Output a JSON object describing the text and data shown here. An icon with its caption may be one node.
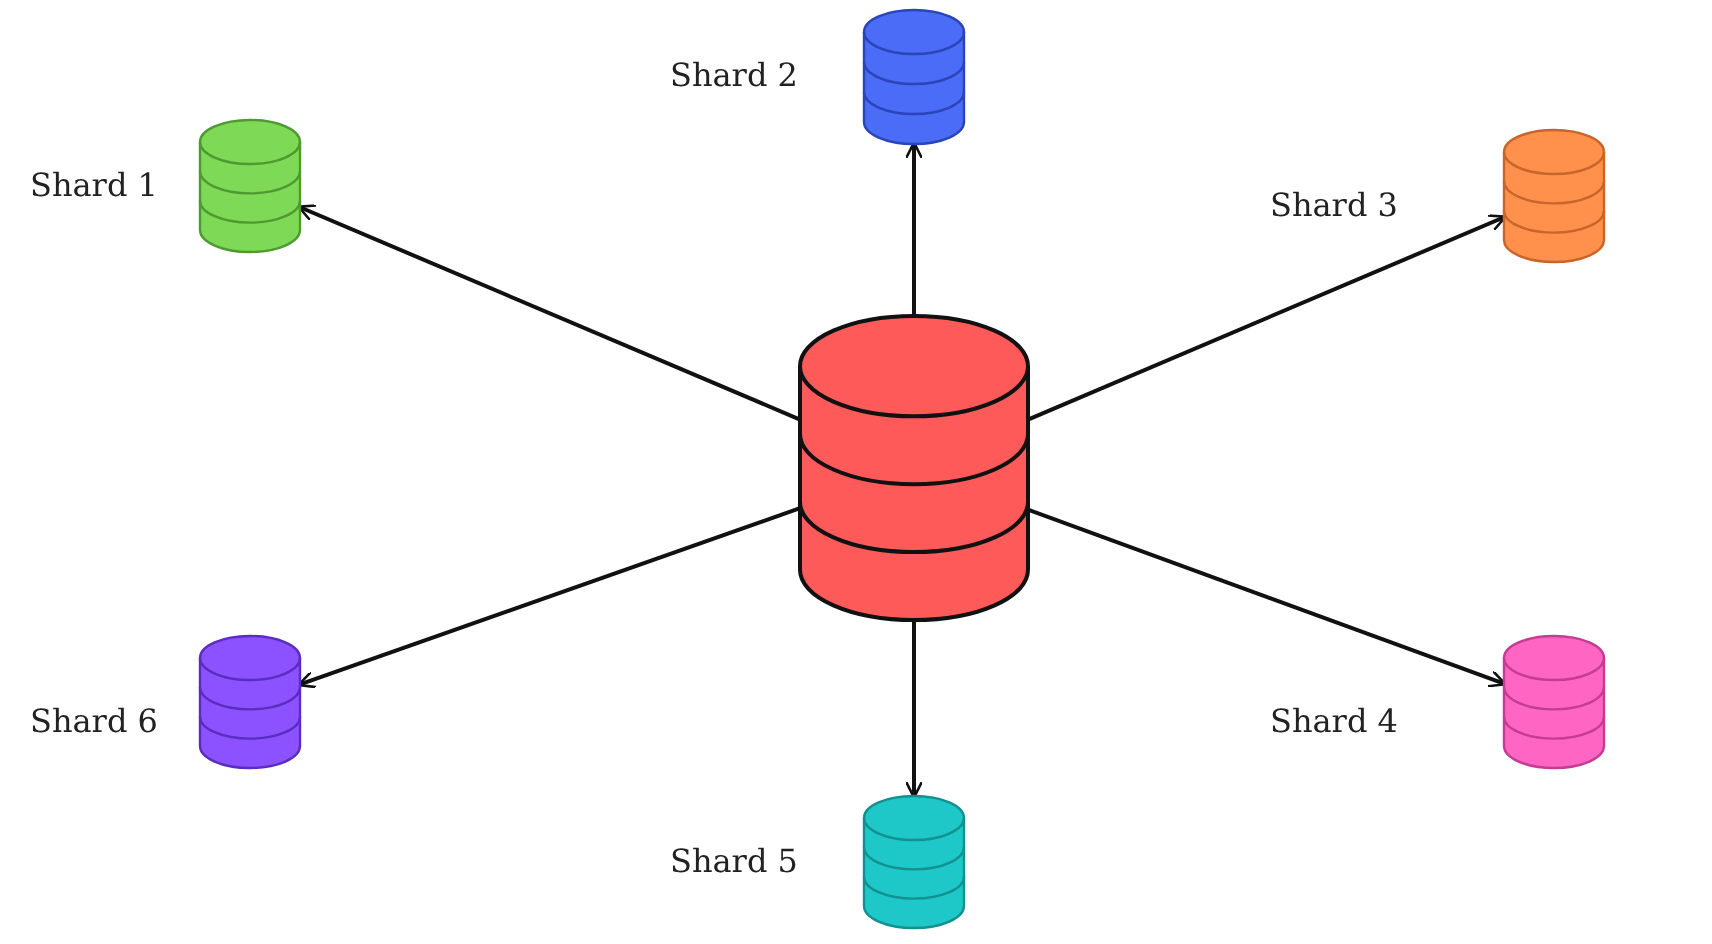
{
  "diagram": {
    "nodes": [
      {
        "text": [],
        "shape": "cylinder"
      },
      {
        "text": [],
        "shape": "cylinder",
        "beside": [
          "Shard 1"
        ]
      },
      {
        "text": [],
        "shape": "cylinder",
        "beside": [
          "Shard 2"
        ]
      },
      {
        "text": [],
        "shape": "cylinder",
        "beside": [
          "Shard 3"
        ]
      },
      {
        "text": [],
        "shape": "cylinder",
        "beside": [
          "Shard 4"
        ]
      },
      {
        "text": [],
        "shape": "cylinder",
        "beside": [
          "Shard 5"
        ]
      },
      {
        "text": [],
        "shape": "cylinder",
        "beside": [
          "Shard 6"
        ]
      }
    ],
    "edges": [
      {
        "from": 0,
        "to": 1,
        "arrow": "to"
      },
      {
        "from": 0,
        "to": 2,
        "arrow": "to"
      },
      {
        "from": 0,
        "to": 3,
        "arrow": "to"
      },
      {
        "from": 0,
        "to": 4,
        "arrow": "to"
      },
      {
        "from": 0,
        "to": 5,
        "arrow": "to"
      },
      {
        "from": 0,
        "to": 6,
        "arrow": "to"
      }
    ]
  }
}
